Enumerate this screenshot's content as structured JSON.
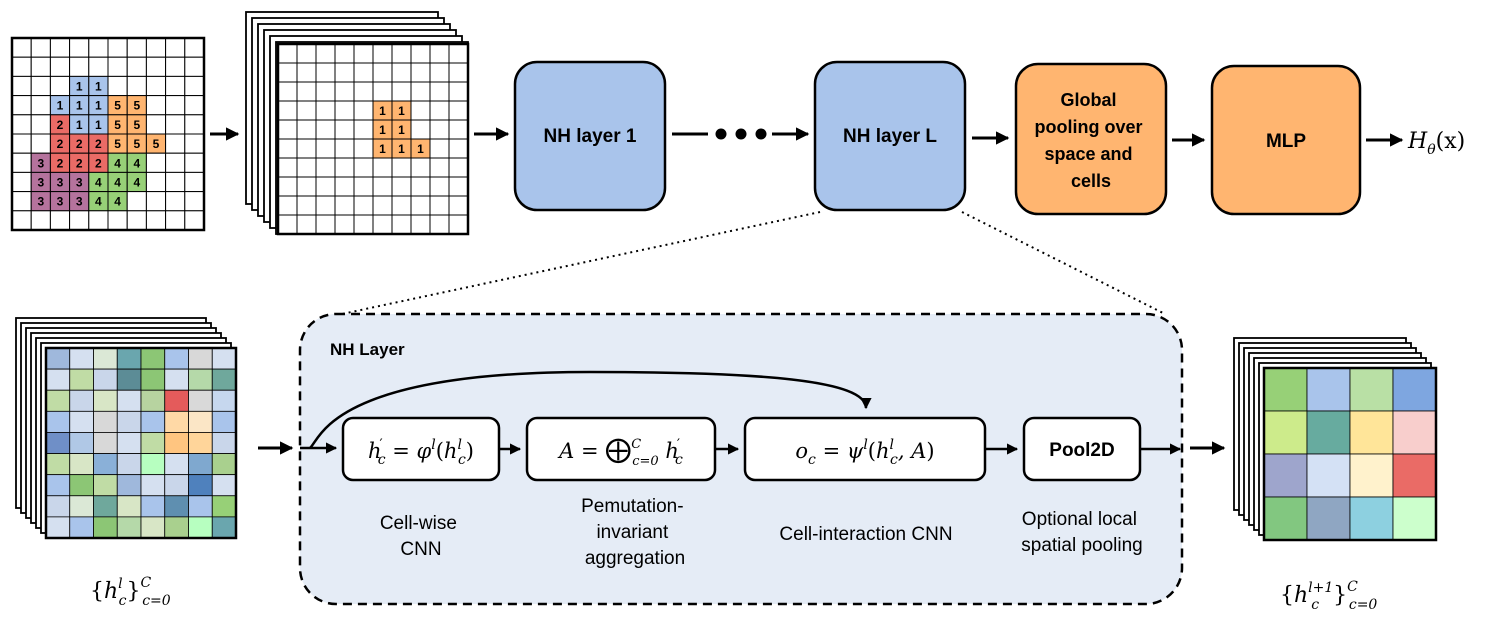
{
  "top": {
    "input_grid": {
      "rows": [
        [
          "",
          "",
          "",
          "",
          "",
          "",
          "",
          "",
          "",
          ""
        ],
        [
          "",
          "",
          "",
          "",
          "",
          "",
          "",
          "",
          "",
          ""
        ],
        [
          "",
          "",
          "",
          "1",
          "1",
          "",
          "",
          "",
          "",
          ""
        ],
        [
          "",
          "",
          "1",
          "1",
          "1",
          "5",
          "5",
          "",
          "",
          ""
        ],
        [
          "",
          "",
          "2",
          "1",
          "1",
          "5",
          "5",
          "",
          "",
          ""
        ],
        [
          "",
          "",
          "2",
          "2",
          "2",
          "5",
          "5",
          "5",
          "",
          ""
        ],
        [
          "",
          "3",
          "2",
          "2",
          "2",
          "4",
          "4",
          "",
          "",
          ""
        ],
        [
          "",
          "3",
          "3",
          "3",
          "4",
          "4",
          "4",
          "",
          "",
          ""
        ],
        [
          "",
          "3",
          "3",
          "3",
          "4",
          "4",
          "",
          "",
          "",
          ""
        ],
        [
          "",
          "",
          "",
          "",
          "",
          "",
          "",
          "",
          "",
          ""
        ]
      ],
      "cell_colors": {
        "1": "#a9c4eb",
        "2": "#ea6b66",
        "3": "#b5739d",
        "4": "#97d077",
        "5": "#ffb570"
      }
    },
    "mask_grid": {
      "rows": [
        [
          "",
          "",
          "",
          "",
          "",
          "",
          "",
          "",
          "",
          ""
        ],
        [
          "",
          "",
          "",
          "",
          "",
          "",
          "",
          "",
          "",
          ""
        ],
        [
          "",
          "",
          "",
          "",
          "",
          "",
          "",
          "",
          "",
          ""
        ],
        [
          "",
          "",
          "",
          "",
          "",
          "1",
          "1",
          "",
          "",
          ""
        ],
        [
          "",
          "",
          "",
          "",
          "",
          "1",
          "1",
          "",
          "",
          ""
        ],
        [
          "",
          "",
          "",
          "",
          "",
          "1",
          "1",
          "1",
          "",
          ""
        ],
        [
          "",
          "",
          "",
          "",
          "",
          "",
          "",
          "",
          "",
          ""
        ],
        [
          "",
          "",
          "",
          "",
          "",
          "",
          "",
          "",
          "",
          ""
        ],
        [
          "",
          "",
          "",
          "",
          "",
          "",
          "",
          "",
          "",
          ""
        ],
        [
          "",
          "",
          "",
          "",
          "",
          "",
          "",
          "",
          "",
          ""
        ]
      ],
      "fill": "#ffb570"
    },
    "boxes": {
      "nh1": "NH layer 1",
      "nhL": "NH layer L",
      "pool_lines": [
        "Global",
        "pooling over",
        "space and",
        "cells"
      ],
      "mlp": "MLP"
    },
    "output": {
      "H": "H",
      "sub": "θ",
      "arg": "(x)"
    },
    "colors": {
      "blue_box": "#a9c4eb",
      "orange_box": "#ffb570"
    }
  },
  "bottom": {
    "container_title": "NH Layer",
    "container_fill": "#e5ecf6",
    "ops": {
      "phi": {
        "a": "h",
        "a_sup": "′",
        "a_sub": "c",
        "eq": " = ",
        "f": "φ",
        "f_sup": "l",
        "open": "(",
        "b": "h",
        "b_sup": "l",
        "b_sub": "c",
        "close": ")"
      },
      "agg": {
        "a": "A",
        "eq": " = ",
        "op": "⨁",
        "op_sup": "C",
        "op_sub": "c=0",
        "b": " h",
        "b_sup": "′",
        "b_sub": "c"
      },
      "psi": {
        "a": "o",
        "a_sub": "c",
        "eq": " = ",
        "f": "ψ",
        "f_sup": "l",
        "open": "(",
        "b": "h",
        "b_sup": "l",
        "b_sub": "c",
        "mid": ", A",
        "close": ")"
      },
      "pool": "Pool2D"
    },
    "captions": {
      "cellwise": [
        "Cell-wise",
        "CNN"
      ],
      "perm": [
        "Pemutation-",
        "invariant",
        "aggregation"
      ],
      "interaction": [
        "Cell-interaction CNN"
      ],
      "optional": [
        "Optional local",
        "spatial pooling"
      ]
    },
    "input_label": {
      "open": "{",
      "h": "h",
      "sup": "l",
      "sub": "c",
      "close": "}",
      "upper": "C",
      "lower": "c=0"
    },
    "output_label": {
      "open": "{",
      "h": "h",
      "sup": "l+1",
      "sub": "c",
      "close": "}",
      "upper": "C",
      "lower": "c=0"
    },
    "input_heat": [
      [
        "#9fb8dc",
        "#d5e0f0",
        "#dbe8d6",
        "#6aa6ae",
        "#8cc675",
        "#a9c4eb",
        "#d8d8d8",
        "#d5e0f0"
      ],
      [
        "#d5e0f0",
        "#c0dca5",
        "#c9d6ea",
        "#5c8c96",
        "#8cc675",
        "#d5e0f0",
        "#b5d9a9",
        "#6fa89c"
      ],
      [
        "#c0dca5",
        "#c9d6ea",
        "#d8e6c6",
        "#d5e0f0",
        "#b7d3a0",
        "#e45b5b",
        "#d9d9d9",
        "#c6d7ee"
      ],
      [
        "#a9c4eb",
        "#d5e0f0",
        "#d8d8d8",
        "#c9d6ea",
        "#a9c4eb",
        "#ffd9a6",
        "#fbe6c6",
        "#a9c4eb"
      ],
      [
        "#6f8fc7",
        "#b0c8e6",
        "#d8d8d8",
        "#d5e0f0",
        "#c0dca5",
        "#ffc580",
        "#ffd59a",
        "#c9d6ea"
      ],
      [
        "#c0dca5",
        "#d8e6c6",
        "#8ab0d8",
        "#c9d6ea",
        "#b7ffc0",
        "#d5e0f0",
        "#7fa8cf",
        "#a9d08e"
      ],
      [
        "#a9c4eb",
        "#8cc675",
        "#c0dca5",
        "#9fb8dc",
        "#d5e0f0",
        "#c9d6ea",
        "#4f81bd",
        "#d5e0f0"
      ],
      [
        "#c9d6ea",
        "#dbe8d6",
        "#6fa89c",
        "#d8e6c6",
        "#a9c4eb",
        "#5f8fb0",
        "#a9c4eb",
        "#97d077"
      ],
      [
        "#d5e0f0",
        "#a9c4eb",
        "#8cc675",
        "#b5d9a9",
        "#d8e6c6",
        "#a9d08e",
        "#b7ffc0",
        "#6aa6ae"
      ]
    ],
    "output_heat": [
      [
        "#97d077",
        "#a9c4eb",
        "#b9e0a5",
        "#7ea6e0"
      ],
      [
        "#cdeb8b",
        "#67ab9f",
        "#ffe599",
        "#f8cecc"
      ],
      [
        "#9ea5cc",
        "#d4e1f5",
        "#fff2cc",
        "#ea6b66"
      ],
      [
        "#82c780",
        "#8fa6c2",
        "#8dd0e0",
        "#ccffcc"
      ]
    ]
  }
}
